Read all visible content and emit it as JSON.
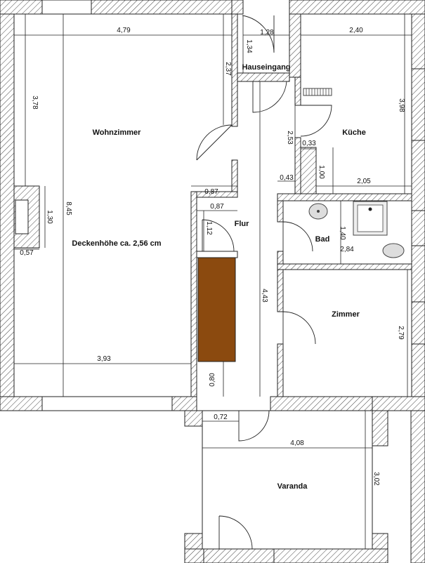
{
  "rooms": {
    "wohnzimmer": "Wohnzimmer",
    "hauseingang": "Hauseingang",
    "kueche": "Küche",
    "flur": "Flur",
    "bad": "Bad",
    "zimmer": "Zimmer",
    "varanda": "Varanda"
  },
  "notes": {
    "ceiling": "Deckenhöhe ca. 2,56 cm"
  },
  "dimensions": {
    "wz_width": "4,79",
    "wz_height": "3,78",
    "wz_total": "8,45",
    "wz_bottom": "3,93",
    "wz_niche": "1,30",
    "wz_niche_depth": "0,57",
    "wz_right": "2,37",
    "haus_width": "1,28",
    "haus_height": "1,34",
    "kueche_width": "2,40",
    "kueche_height": "3,98",
    "kueche_bottom": "2,05",
    "kueche_a": "0,33",
    "kueche_b": "1,00",
    "flur_upper": "2,53",
    "flur_small": "0,43",
    "flur_length": "4,43",
    "flur_a": "0,87",
    "flur_b": "0,87",
    "flur_c": "1,12",
    "flur_d": "0,80",
    "bad_height": "1,40",
    "bad_width": "2,84",
    "zimmer_height": "2,79",
    "var_width": "4,08",
    "var_height": "3,02",
    "var_small": "0,72"
  },
  "colors": {
    "wall": "#ffffff",
    "hatch": "#333333",
    "closet": "#8b4a0f",
    "fixture": "#dddddd"
  }
}
